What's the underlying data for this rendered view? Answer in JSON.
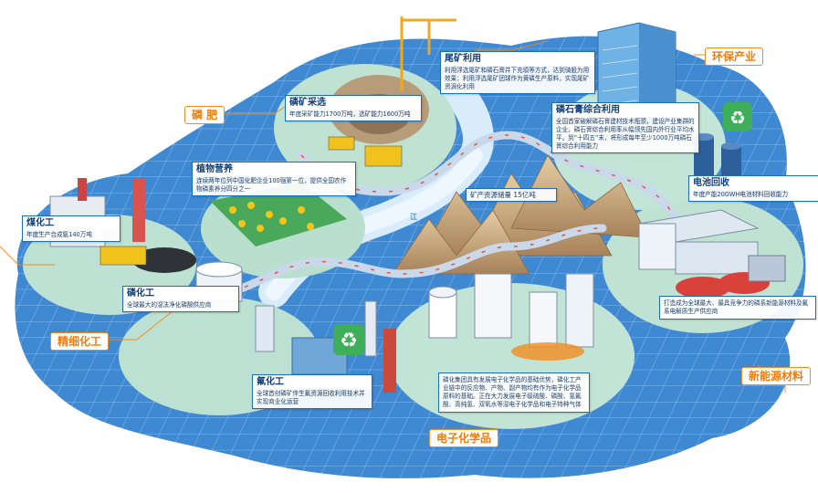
{
  "colors": {
    "accent": "#f28c1e",
    "box_border": "#1b6fb8",
    "land": "#b7ddd0",
    "grid": "#3d86d1",
    "pipe": "#8aa7cc",
    "mountain": "#c9a879"
  },
  "icons": {
    "recycle": "recycle-icon",
    "logo": "company-logo-icon"
  },
  "categories": {
    "phosphate_fertilizer": "磷 肥",
    "fine_chemicals": "精细化工",
    "environmental": "环保产业",
    "new_energy": "新能源材料",
    "electronic_chemicals": "电子化学品"
  },
  "sections": {
    "tailings": {
      "title": "尾矿利用",
      "desc": "利用浮选尾矿和磷石膏井下充填等方式，达到骑股为用效果；利用浮选尾矿团球作为黄磷生产原料，实现尾矿资源化利用"
    },
    "mining": {
      "title": "磷矿采选",
      "desc": "年度采矿能力1700万吨，选矿能力1600万吨"
    },
    "plant_nutrition": {
      "title": "植物营养",
      "desc": "连续两年位列中国化肥企业100强第一位，提供全国农作物磷素养分四分之一"
    },
    "gypsum": {
      "title": "磷石膏综合利用",
      "desc": "全国首家破解磷石膏建材技术瓶颈，建设产业集群的企业，磷石膏综合利用率从幅领先国内外行业平均水平。到“十四五”末，将形成每年至少1000万吨磷石膏综合利用能力"
    },
    "coal_chem": {
      "title": "煤化工",
      "desc": "年度生产合成氨140万吨"
    },
    "phos_chem": {
      "title": "磷化工",
      "desc": "全球最大的湿法净化磷酸供应商"
    },
    "reserves": {
      "title": "矿产资源储量 15亿吨"
    },
    "battery": {
      "title": "电池回收",
      "desc": "年度产能20GWH电池材料回收能力"
    },
    "fluorine": {
      "title": "氟化工",
      "desc": "全球首创磷矿伴生氟资源回收利用技术并实现商业化运营"
    },
    "new_energy": {
      "desc": "打造成为全球最大、最具竞争力的磷系新能源材料及氟系电解质生产供应商"
    },
    "electronic": {
      "desc": "磷化集团具有发展电子化学品的基础优势，磷化工产业链中的反应物、产物、副产物均有作为电子化学品原料的基础。正在大力发展电子级硫酸、磷酸、氢氟酸、高纯氢、双氧水等湿电子化学品和电子特种气体"
    }
  },
  "river": {
    "label": "江"
  }
}
